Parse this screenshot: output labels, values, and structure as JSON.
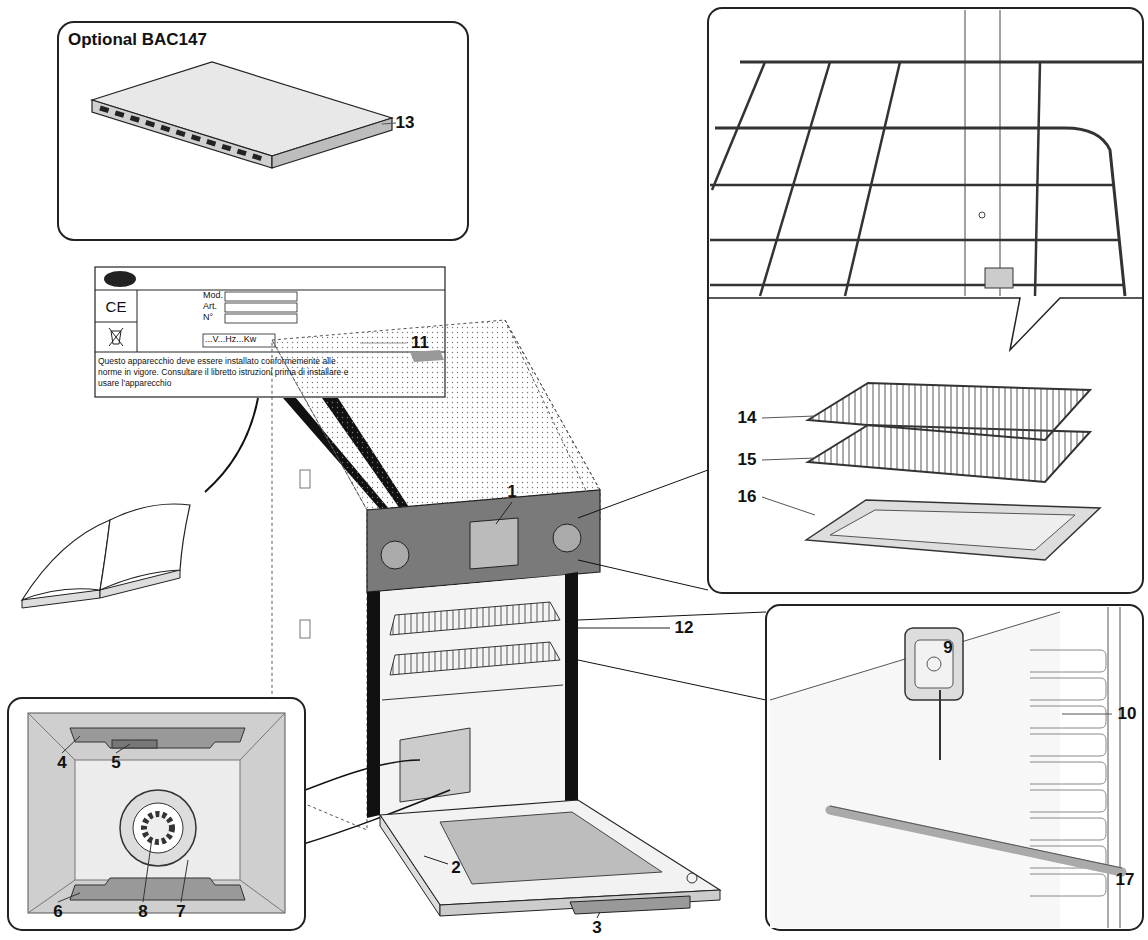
{
  "diagram": {
    "nodes": [
      {
        "text": [
          "Optional BAC147"
        ]
      },
      {
        "text": [
          "Mod.",
          "Art.",
          "N°",
          "...V...Hz...Kw",
          "Questo apparecchio deve essere installato conformemente alle norme in vigore. Consultare il libretto istruzioni prima di installare e usare l'apparecchio"
        ]
      }
    ],
    "labels": [
      "13",
      "11",
      "1",
      "12",
      "14",
      "15",
      "16",
      "4",
      "5",
      "6",
      "8",
      "7",
      "2",
      "3",
      "9",
      "10",
      "17",
      "CE"
    ]
  }
}
